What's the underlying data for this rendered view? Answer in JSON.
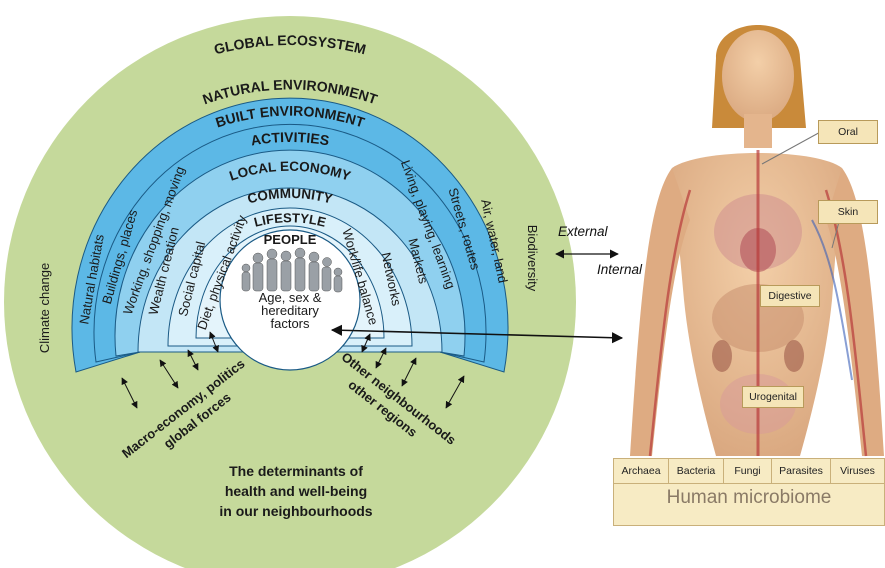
{
  "diagram": {
    "global_ecosystem": "GLOBAL ECOSYSTEM",
    "natural_environment": "NATURAL ENVIRONMENT",
    "built_environment": "BUILT ENVIRONMENT",
    "activities": "ACTIVITIES",
    "local_economy": "LOCAL ECONOMY",
    "community": "COMMUNITY",
    "lifestyle": "LIFESTYLE",
    "people": "PEOPLE",
    "core_factors": [
      "Age, sex &",
      "hereditary",
      "factors"
    ],
    "climate_change": "Climate change",
    "biodiversity": "Biodiversity",
    "natural_habitats": "Natural habitats",
    "buildings_places": "Buildings, places",
    "working_shopping": "Working, shopping, moving",
    "wealth_creation": "Wealth creation",
    "social_capital": "Social capital",
    "diet_activity": "Diet, physical activity",
    "work_life": "Work/life balance",
    "networks": "Networks",
    "markets": "Markets",
    "living_playing": "Living, playing, learning",
    "streets_routes": "Streets, routes",
    "air_water_land": "Air, water, land",
    "macro_economy_1": "Macro-economy, politics",
    "macro_economy_2": "global forces",
    "other_neighbourhoods_1": "Other neighbourhoods",
    "other_neighbourhoods_2": "other regions",
    "caption": [
      "The determinants of",
      "health and well-being",
      "in our neighbourhoods"
    ],
    "colors": {
      "outer_green": "#c5d99b",
      "blue_dark": "#5cb8e6",
      "blue_mid": "#8fd0ef",
      "blue_light": "#c3e6f6",
      "blue_pale": "#e4f4fb",
      "core": "#ffffff"
    }
  },
  "connectors": {
    "external": "External",
    "internal": "Internal"
  },
  "body": {
    "labels": {
      "oral": "Oral",
      "skin": "Skin",
      "digestive": "Digestive",
      "urogenital": "Urogenital"
    },
    "microbiome": {
      "categories": [
        "Archaea",
        "Bacteria",
        "Fungi",
        "Parasites",
        "Viruses"
      ],
      "title": "Human microbiome"
    }
  }
}
